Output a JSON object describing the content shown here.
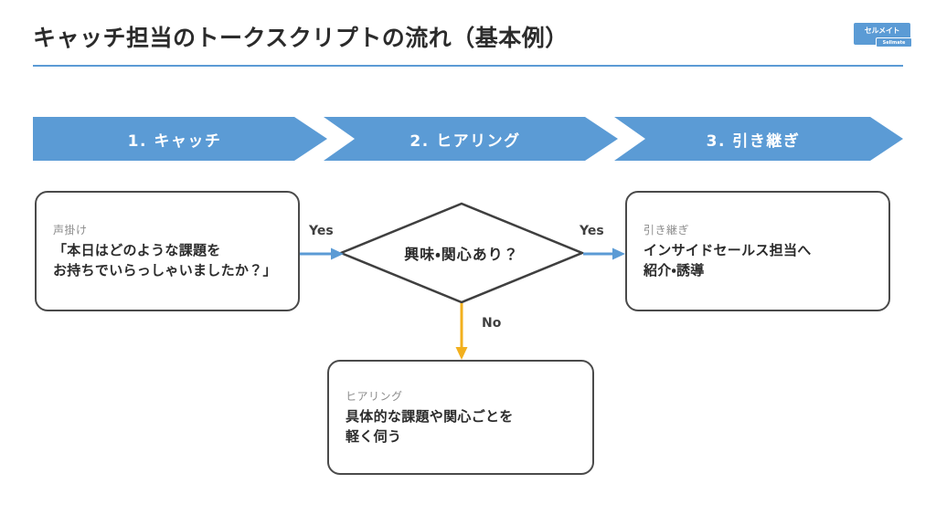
{
  "header": {
    "title": "キャッチ担当のトークスクリプトの流れ（基本例）",
    "rule_color": "#5b9bd5",
    "logo": {
      "name": "セルメイト",
      "sub": "Sellmate",
      "color": "#5b9bd5"
    }
  },
  "steps": [
    {
      "label": "1. キャッチ"
    },
    {
      "label": "2. ヒアリング"
    },
    {
      "label": "3. 引き継ぎ"
    }
  ],
  "flow": {
    "cards": [
      {
        "id": "catch",
        "label": "声掛け",
        "line1": "「本日はどのような課題を",
        "line2": "お持ちでいらっしゃいましたか？」"
      },
      {
        "id": "handoff",
        "label": "引き継ぎ",
        "line1": "インサイドセールス担当へ",
        "line2": "紹介・誘導"
      },
      {
        "id": "hearing",
        "label": "ヒアリング",
        "line1": "具体的な課題や関心ごとを",
        "line2": "軽く伺う"
      }
    ],
    "decision": {
      "text": "興味・関心あり？",
      "border_color": "#3f3f3f"
    },
    "edges": [
      {
        "id": "catch-to-decision",
        "label": "Yes",
        "color": "#5b9bd5"
      },
      {
        "id": "decision-to-handoff",
        "label": "Yes",
        "color": "#5b9bd5"
      },
      {
        "id": "decision-to-hearing",
        "label": "No",
        "color": "#f2b01e"
      }
    ]
  },
  "colors": {
    "accent_blue": "#5b9bd5",
    "warn_amber": "#f2b01e",
    "outline": "#4a4a4a",
    "muted_text": "#8c8c8c",
    "background": "#ffffff"
  }
}
